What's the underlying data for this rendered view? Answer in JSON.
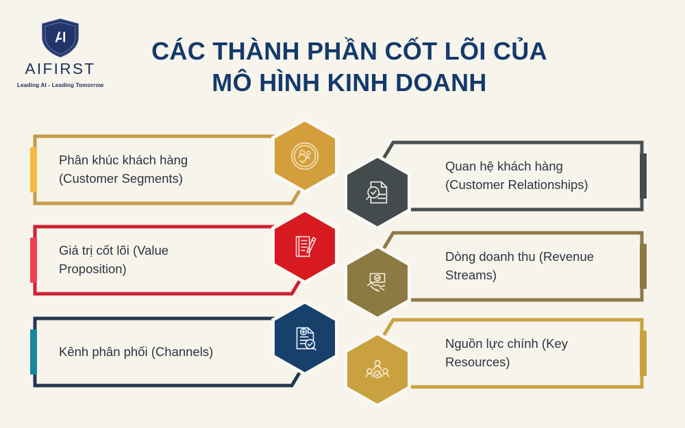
{
  "page": {
    "background_color": "#f7f4ec",
    "title_color": "#143a6b"
  },
  "logo": {
    "name": "AIFIRST",
    "mark_text": "AI",
    "wordmark": "AIFIRST",
    "tagline": "Leading AI - Leading Tomorrow",
    "color": "#1c2f55"
  },
  "header": {
    "title_line_1": "CÁC THÀNH PHẦN CỐT LÕI CỦA",
    "title_line_2": "MÔ HÌNH KINH DOANH"
  },
  "left_column": [
    {
      "label_line_1": "Phân khúc khách hàng",
      "label_line_2": "(Customer Segments)",
      "icon": "users-check-icon",
      "hex_color": "#d39f3c",
      "border_color": "#c79a46",
      "accent_color": "#f5b942"
    },
    {
      "label_line_1": "Giá trị cốt lõi (Value",
      "label_line_2": "Proposition)",
      "icon": "document-pencil-icon",
      "hex_color": "#d71920",
      "border_color": "#cf2233",
      "accent_color": "#ef4055"
    },
    {
      "label_line_1": "Kênh phân phối (Channels)",
      "label_line_2": "",
      "icon": "document-plus-check-icon",
      "hex_color": "#17406b",
      "border_color": "#24394f",
      "accent_color": "#17889a"
    }
  ],
  "right_column": [
    {
      "label_line_1": "Quan hệ khách hàng",
      "label_line_2": "(Customer Relationships)",
      "icon": "document-magnifier-check-icon",
      "hex_color": "#434b4c",
      "border_color": "#4a4f50",
      "accent_color": "#434b4c"
    },
    {
      "label_line_1": "Dòng doanh thu (Revenue",
      "label_line_2": "Streams)",
      "icon": "handshake-check-icon",
      "hex_color": "#8b7a42",
      "border_color": "#8d7a46",
      "accent_color": "#8b7a42"
    },
    {
      "label_line_1": "Nguồn lực chính (Key",
      "label_line_2": "Resources)",
      "icon": "team-check-icon",
      "hex_color": "#c9a13f",
      "border_color": "#c9a13f",
      "accent_color": "#c9a13f"
    }
  ]
}
